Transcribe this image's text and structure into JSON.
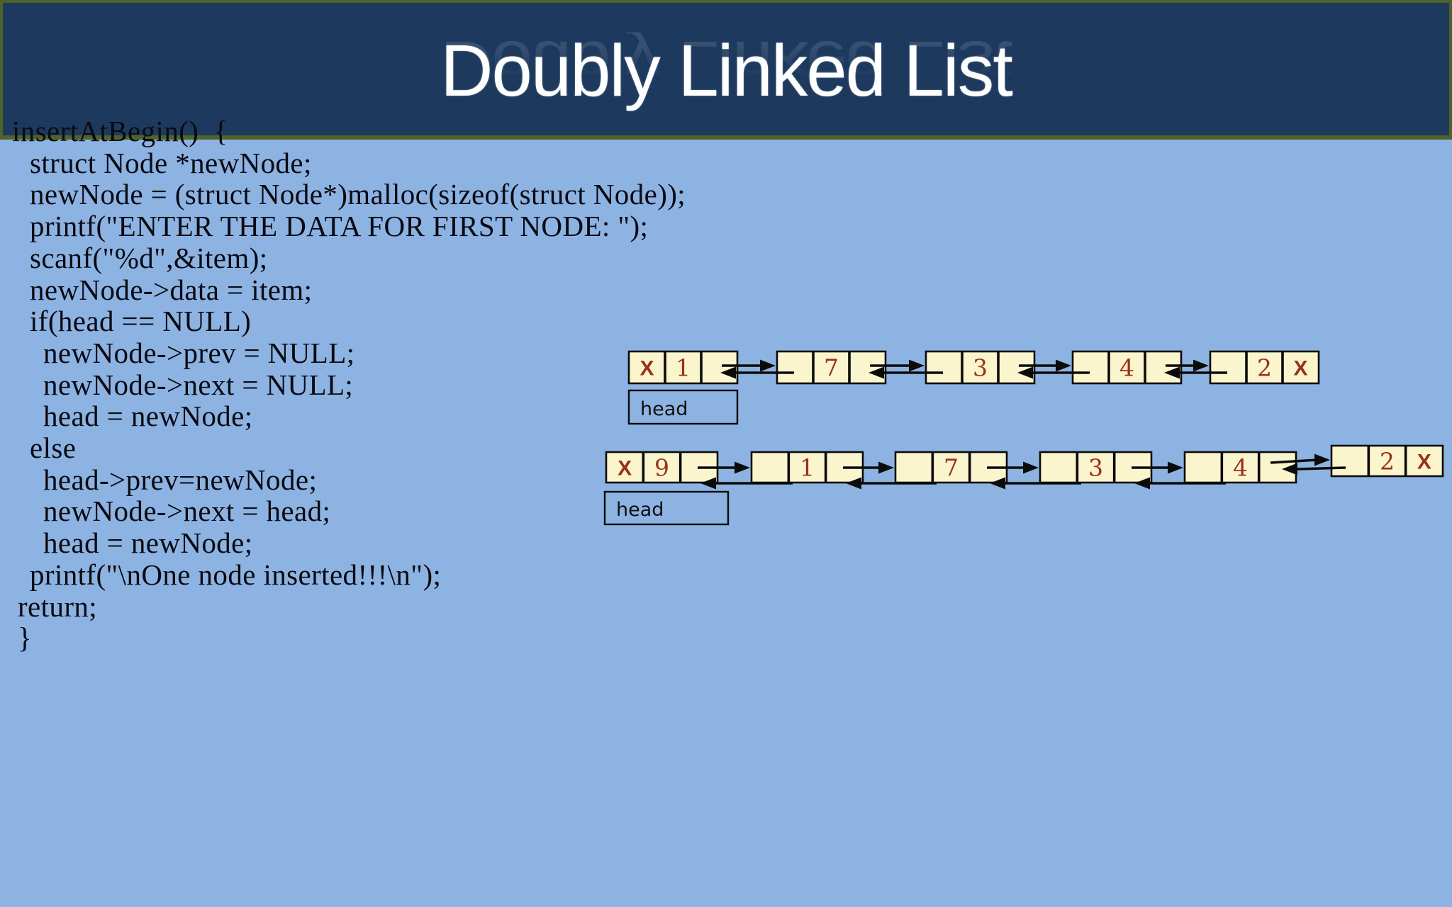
{
  "slide": {
    "title": "Doubly Linked List"
  },
  "colors": {
    "background": "#8DB3E2",
    "banner_bg": "#1D3A5E",
    "banner_border": "#4F6228",
    "title_text": "#FFFFFF",
    "code_text": "#0A0A12",
    "node_fill": "#FBF5CE",
    "node_border": "#0A0A0A",
    "node_value": "#9A3018",
    "arrow": "#0B0B0B",
    "head_label": "#0F0F0F"
  },
  "code": {
    "lines": [
      {
        "indent": 0,
        "text": "insertAtBegin()  {"
      },
      {
        "indent": 1,
        "text": "struct Node *newNode;"
      },
      {
        "indent": 1,
        "text": "newNode = (struct Node*)malloc(sizeof(struct Node));"
      },
      {
        "indent": 1,
        "text": "printf(\"ENTER THE DATA FOR FIRST NODE: \");"
      },
      {
        "indent": 1,
        "text": "scanf(\"%d\",&item);"
      },
      {
        "indent": 1,
        "text": "newNode->data = item;"
      },
      {
        "indent": 1,
        "text": "if(head == NULL)"
      },
      {
        "indent": 2,
        "text": "newNode->prev = NULL;"
      },
      {
        "indent": 2,
        "text": "newNode->next = NULL;"
      },
      {
        "indent": 2,
        "text": "head = newNode;"
      },
      {
        "indent": 1,
        "text": "else"
      },
      {
        "indent": 2,
        "text": "head->prev=newNode;"
      },
      {
        "indent": 2,
        "text": "newNode->next = head;"
      },
      {
        "indent": 2,
        "text": "head = newNode;"
      },
      {
        "indent": 1,
        "text": "printf(\"\\nOne node inserted!!!\\n\");"
      },
      {
        "indent": 3,
        "text": "return;"
      },
      {
        "indent": 3,
        "text": "}"
      }
    ]
  },
  "diagram": {
    "lists": [
      {
        "head_label": "head",
        "nodes": [
          {
            "prev": "X",
            "value": "1",
            "next": ""
          },
          {
            "prev": "",
            "value": "7",
            "next": ""
          },
          {
            "prev": "",
            "value": "3",
            "next": ""
          },
          {
            "prev": "",
            "value": "4",
            "next": ""
          },
          {
            "prev": "",
            "value": "2",
            "next": "X"
          }
        ]
      },
      {
        "head_label": "head",
        "nodes": [
          {
            "prev": "X",
            "value": "9",
            "next": ""
          },
          {
            "prev": "",
            "value": "1",
            "next": ""
          },
          {
            "prev": "",
            "value": "7",
            "next": ""
          },
          {
            "prev": "",
            "value": "3",
            "next": ""
          },
          {
            "prev": "",
            "value": "4",
            "next": ""
          },
          {
            "prev": "",
            "value": "2",
            "next": "X"
          }
        ]
      }
    ]
  }
}
